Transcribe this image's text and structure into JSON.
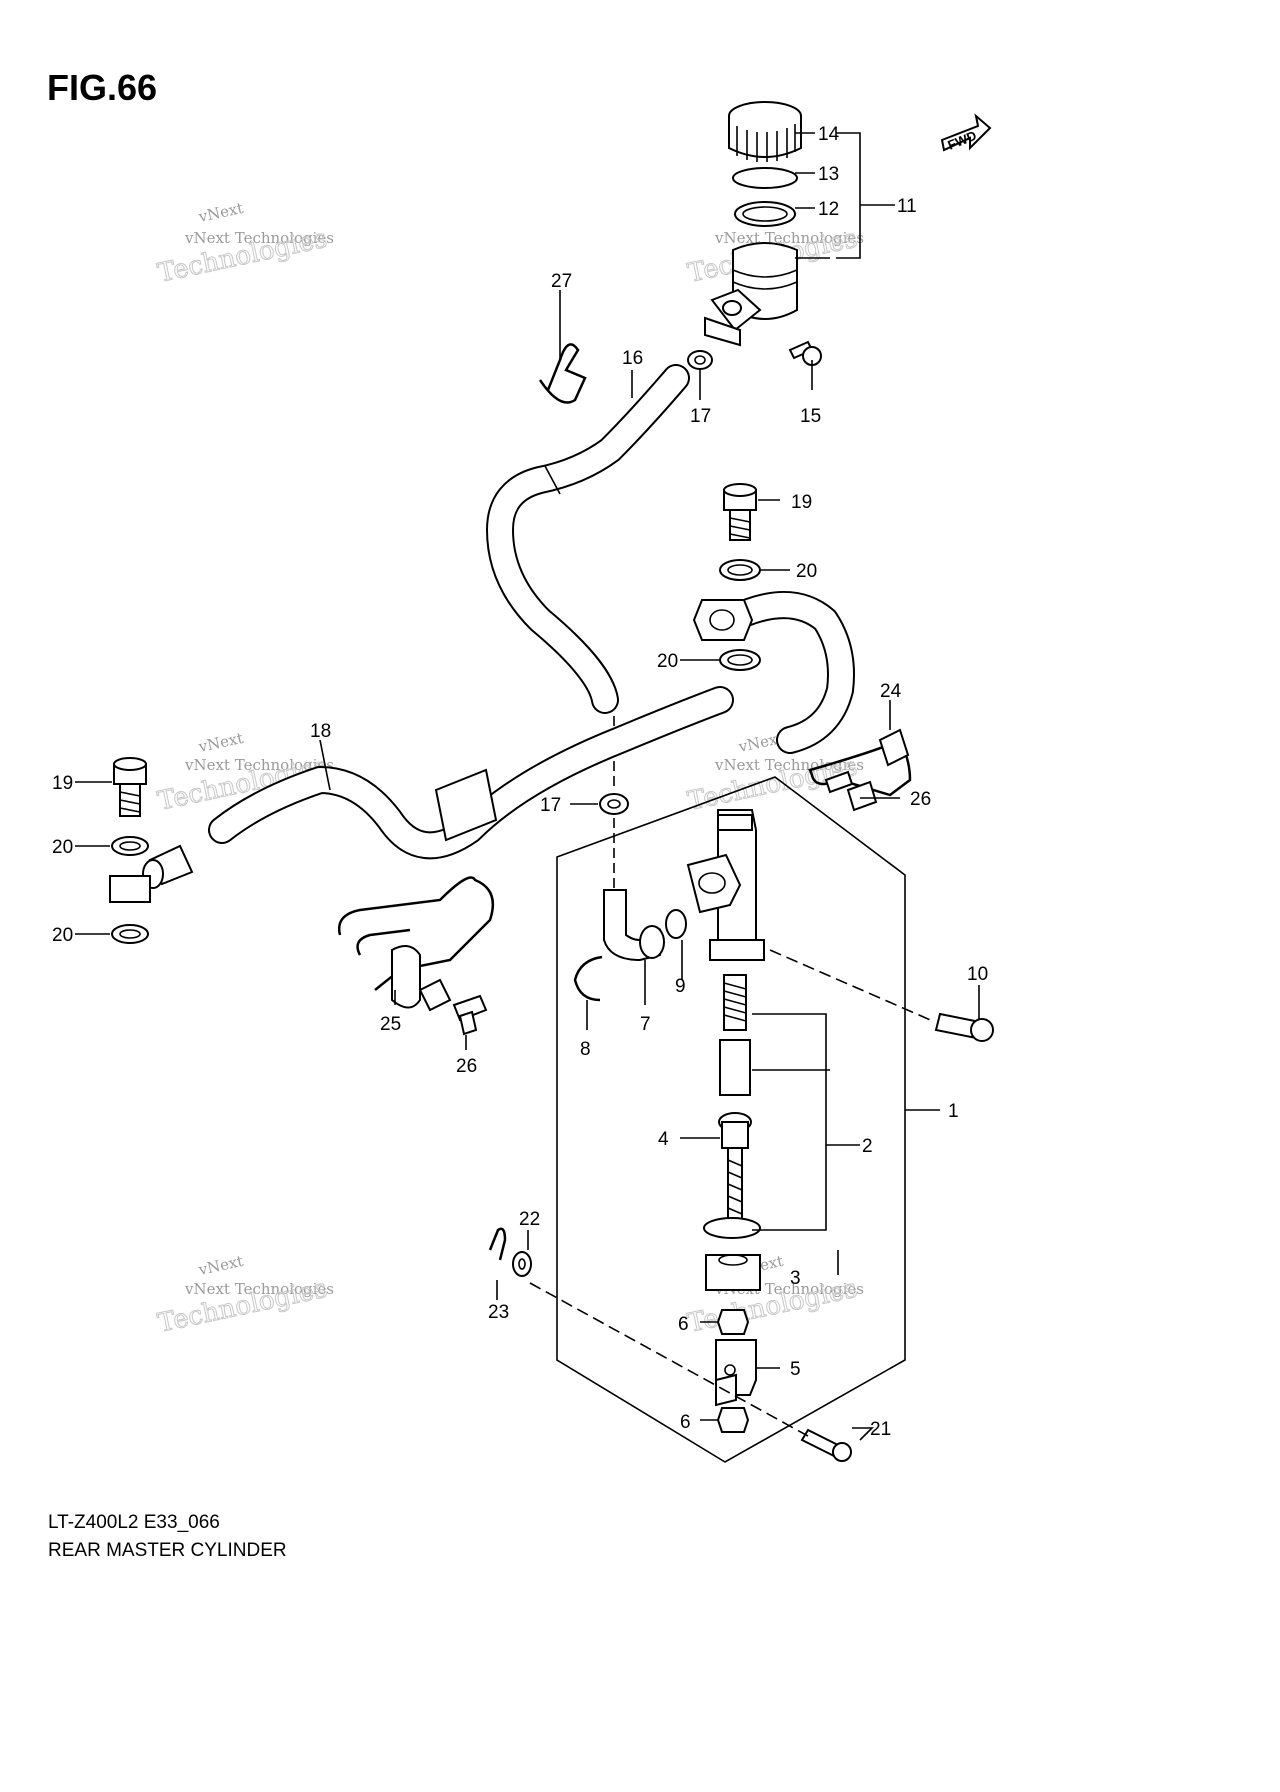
{
  "figure": {
    "title": "FIG.66"
  },
  "direction_badge": {
    "label": "FWD"
  },
  "callouts": [
    "1",
    "2",
    "3",
    "4",
    "5",
    "6",
    "6",
    "7",
    "8",
    "9",
    "10",
    "11",
    "12",
    "13",
    "14",
    "15",
    "16",
    "17",
    "17",
    "18",
    "19",
    "19",
    "20",
    "20",
    "20",
    "20",
    "21",
    "22",
    "23",
    "24",
    "25",
    "26",
    "26",
    "27"
  ],
  "watermark": {
    "line1": "vNext",
    "line2": "vNext Technologies",
    "line3": "Technologies"
  },
  "caption": {
    "model_code": "LT-Z400L2 E33_066",
    "title": "REAR MASTER CYLINDER"
  }
}
